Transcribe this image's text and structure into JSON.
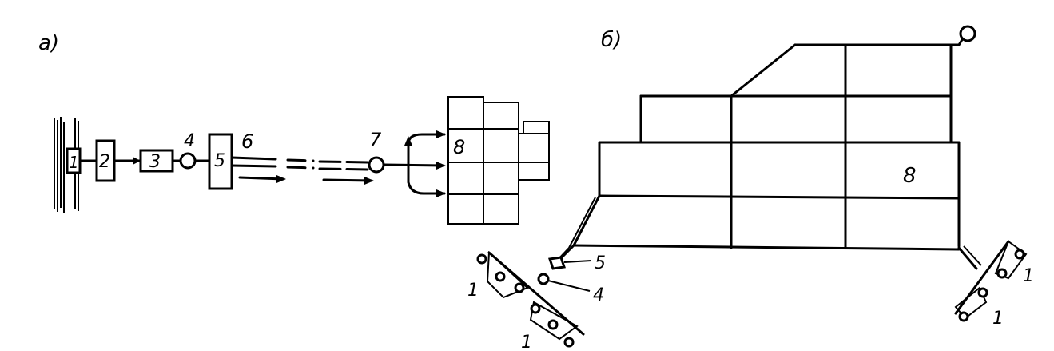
{
  "panel_a": {
    "caption": "а)",
    "labels": {
      "n1": "1",
      "n2": "2",
      "n3": "3",
      "n4": "4",
      "n5": "5",
      "n6": "6",
      "n7": "7",
      "n8": "8"
    }
  },
  "panel_b": {
    "caption": "б)",
    "labels": {
      "n8": "8",
      "n5": "5",
      "n4": "4",
      "n1_left_top": "1",
      "n1_left_bottom": "1",
      "n1_right_top": "1",
      "n1_right_bottom": "1"
    }
  },
  "colors": {
    "ink": "#000000",
    "paper": "#ffffff"
  }
}
